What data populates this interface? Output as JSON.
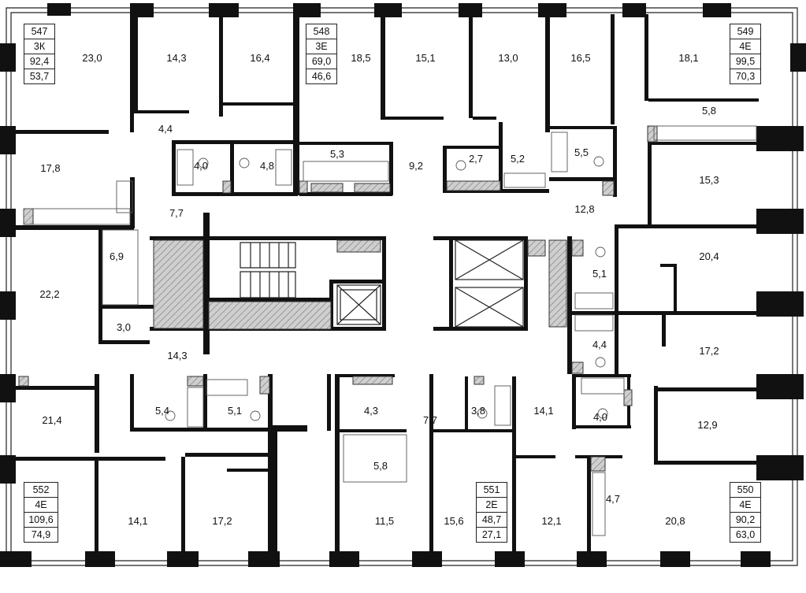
{
  "apartments": [
    {
      "number": "547",
      "type": "3К",
      "total_area": "92,4",
      "living_area": "53,7"
    },
    {
      "number": "548",
      "type": "3Е",
      "total_area": "69,0",
      "living_area": "46,6"
    },
    {
      "number": "549",
      "type": "4Е",
      "total_area": "99,5",
      "living_area": "70,3"
    },
    {
      "number": "550",
      "type": "4Е",
      "total_area": "90,2",
      "living_area": "63,0"
    },
    {
      "number": "551",
      "type": "2Е",
      "total_area": "48,7",
      "living_area": "27,1"
    },
    {
      "number": "552",
      "type": "4Е",
      "total_area": "109,6",
      "living_area": "74,9"
    }
  ],
  "rooms": [
    "23,0",
    "14,3",
    "16,4",
    "18,5",
    "15,1",
    "13,0",
    "16,5",
    "18,1",
    "4,4",
    "4,0",
    "4,8",
    "5,3",
    "9,2",
    "2,7",
    "5,2",
    "5,5",
    "5,8",
    "17,8",
    "7,7",
    "12,8",
    "15,3",
    "6,9",
    "22,2",
    "20,4",
    "5,1",
    "3,0",
    "14,3",
    "4,4",
    "17,2",
    "21,4",
    "5,4",
    "5,1",
    "4,3",
    "7,7",
    "3,8",
    "14,1",
    "4,0",
    "12,9",
    "5,8",
    "4,7",
    "14,1",
    "17,2",
    "11,5",
    "15,6",
    "12,1",
    "20,8"
  ]
}
